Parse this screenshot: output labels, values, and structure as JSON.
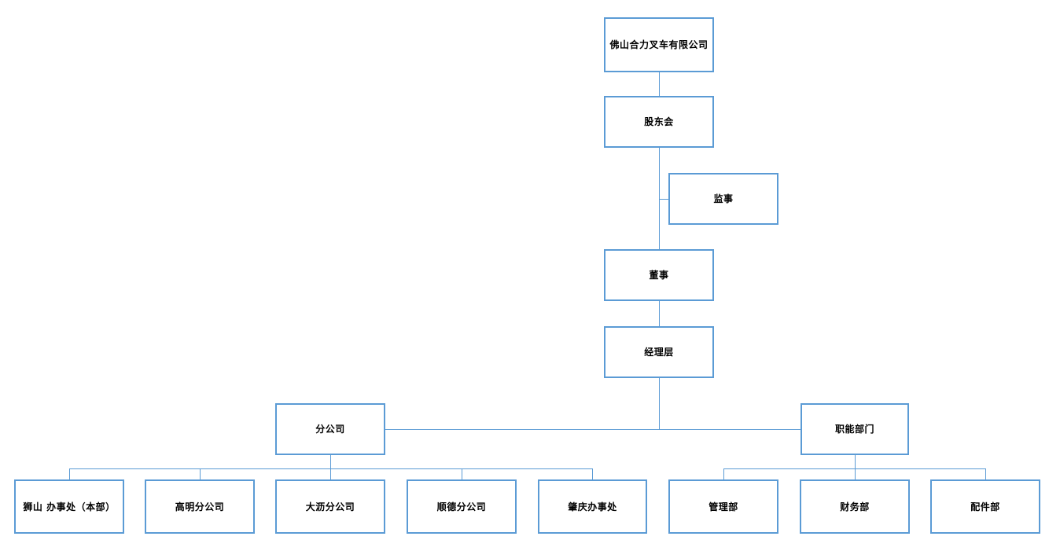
{
  "diagram": {
    "type": "org-chart",
    "colors": {
      "border": "#5B9BD5",
      "line": "#5B9BD5",
      "text": "#000000",
      "background": "#FFFFFF"
    },
    "nodes": {
      "company": {
        "label": "佛山合力叉车有限公司",
        "level": 1
      },
      "shareholders": {
        "label": "股东会",
        "level": 2
      },
      "supervisor": {
        "label": "监事",
        "level": 3
      },
      "director": {
        "label": "董事",
        "level": 3
      },
      "management": {
        "label": "经理层",
        "level": 4
      },
      "branches": {
        "label": "分公司",
        "level": 5
      },
      "functional": {
        "label": "职能部门",
        "level": 5
      },
      "shishan": {
        "label": "狮山 办事处（本部）",
        "level": 6,
        "parent": "分公司"
      },
      "gaoming": {
        "label": "高明分公司",
        "level": 6,
        "parent": "分公司"
      },
      "dali": {
        "label": "大沥分公司",
        "level": 6,
        "parent": "分公司"
      },
      "shunde": {
        "label": "顺德分公司",
        "level": 6,
        "parent": "分公司"
      },
      "zhaoqing": {
        "label": "肇庆办事处",
        "level": 6,
        "parent": "分公司"
      },
      "admin": {
        "label": "管理部",
        "level": 6,
        "parent": "职能部门"
      },
      "finance": {
        "label": "财务部",
        "level": 6,
        "parent": "职能部门"
      },
      "parts": {
        "label": "配件部",
        "level": 6,
        "parent": "职能部门"
      }
    }
  }
}
